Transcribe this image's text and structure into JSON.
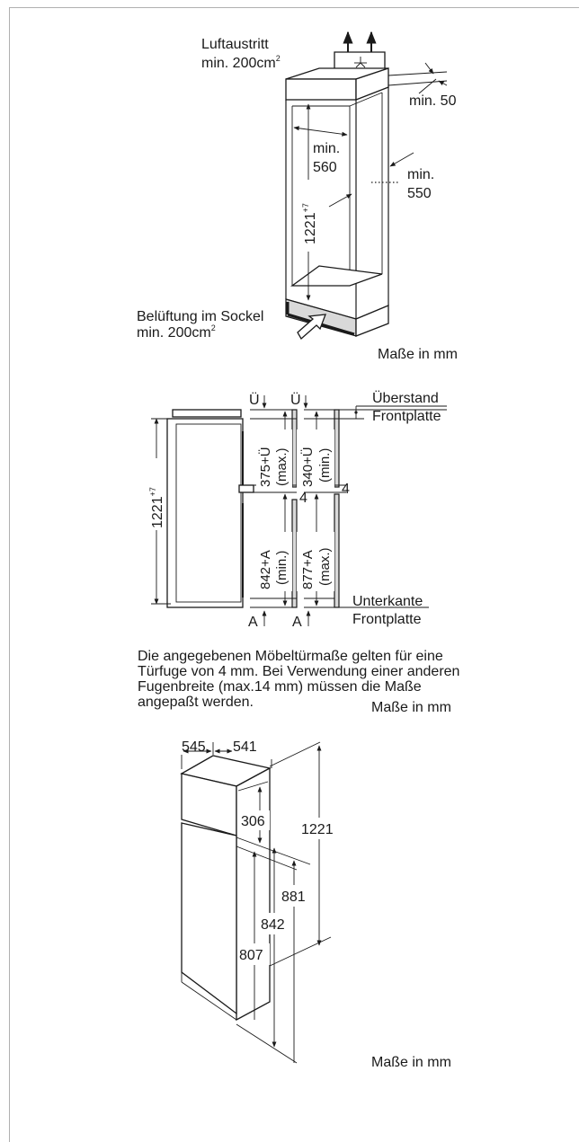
{
  "section1": {
    "air_outlet": {
      "label": "Luftaustritt",
      "value": "min. 200cm",
      "sup": "2"
    },
    "dim_top_gap": "min. 50",
    "dim_width": {
      "line1": "min.",
      "line2": "560"
    },
    "dim_depth": {
      "line1": "min.",
      "line2": "550"
    },
    "dim_height": {
      "value": "1221",
      "sup": "+7"
    },
    "base_vent": {
      "label": "Belüftung im Sockel",
      "value": "min. 200cm",
      "sup": "2"
    },
    "units": "Maße in mm"
  },
  "section2": {
    "u_left": "Ü",
    "u_right": "Ü",
    "overhang": {
      "line1": "Überstand",
      "line2": "Frontplatte"
    },
    "height": {
      "value": "1221",
      "sup": "+7"
    },
    "upper_left": {
      "line1": "375+Ü",
      "line2": "(max.)"
    },
    "upper_right": {
      "line1": "340+Ü",
      "line2": "(min.)"
    },
    "gap_left": "4",
    "gap_right": "4",
    "lower_left": {
      "line1": "842+A",
      "line2": "(min.)"
    },
    "lower_right": {
      "line1": "877+A",
      "line2": "(max.)"
    },
    "bottom_edge": {
      "line1": "Unterkante",
      "line2": "Frontplatte"
    },
    "a_left": "A",
    "a_right": "A",
    "note": "Die angegebenen Möbeltürmaße gelten für eine Türfuge von 4 mm. Bei Verwendung einer anderen Fugenbreite (max.14 mm) müssen die Maße angepaßt werden.",
    "units": "Maße in mm"
  },
  "section3": {
    "dim_545": "545",
    "dim_541": "541",
    "dim_306": "306",
    "dim_1221": "1221",
    "dim_881": "881",
    "dim_842": "842",
    "dim_807": "807",
    "units": "Maße in mm"
  }
}
